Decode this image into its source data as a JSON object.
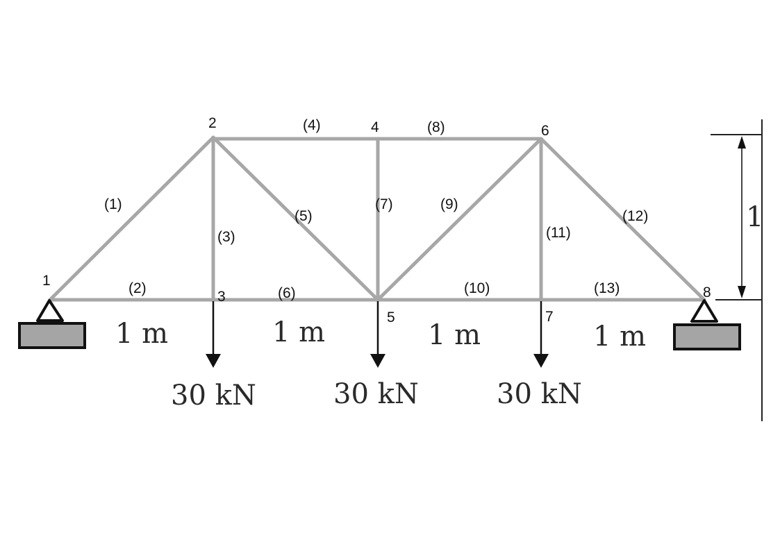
{
  "nodes": [
    {
      "id": "1",
      "label": "1"
    },
    {
      "id": "2",
      "label": "2"
    },
    {
      "id": "3",
      "label": "3"
    },
    {
      "id": "4",
      "label": "4"
    },
    {
      "id": "5",
      "label": "5"
    },
    {
      "id": "6",
      "label": "6"
    },
    {
      "id": "7",
      "label": "7"
    },
    {
      "id": "8",
      "label": "8"
    }
  ],
  "members": [
    {
      "label": "(1)",
      "from": "1",
      "to": "2"
    },
    {
      "label": "(2)",
      "from": "1",
      "to": "3"
    },
    {
      "label": "(3)",
      "from": "2",
      "to": "3"
    },
    {
      "label": "(4)",
      "from": "2",
      "to": "4"
    },
    {
      "label": "(5)",
      "from": "2",
      "to": "5"
    },
    {
      "label": "(6)",
      "from": "3",
      "to": "5"
    },
    {
      "label": "(7)",
      "from": "4",
      "to": "5"
    },
    {
      "label": "(8)",
      "from": "4",
      "to": "6"
    },
    {
      "label": "(9)",
      "from": "5",
      "to": "6"
    },
    {
      "label": "(10)",
      "from": "5",
      "to": "7"
    },
    {
      "label": "(11)",
      "from": "6",
      "to": "7"
    },
    {
      "label": "(12)",
      "from": "6",
      "to": "8"
    },
    {
      "label": "(13)",
      "from": "7",
      "to": "8"
    }
  ],
  "spans": [
    "1 m",
    "1 m",
    "1 m",
    "1 m"
  ],
  "loads": [
    {
      "node": "3",
      "label": "30 kN"
    },
    {
      "node": "5",
      "label": "30 kN"
    },
    {
      "node": "7",
      "label": "30 kN"
    }
  ],
  "height_dimension": "1"
}
